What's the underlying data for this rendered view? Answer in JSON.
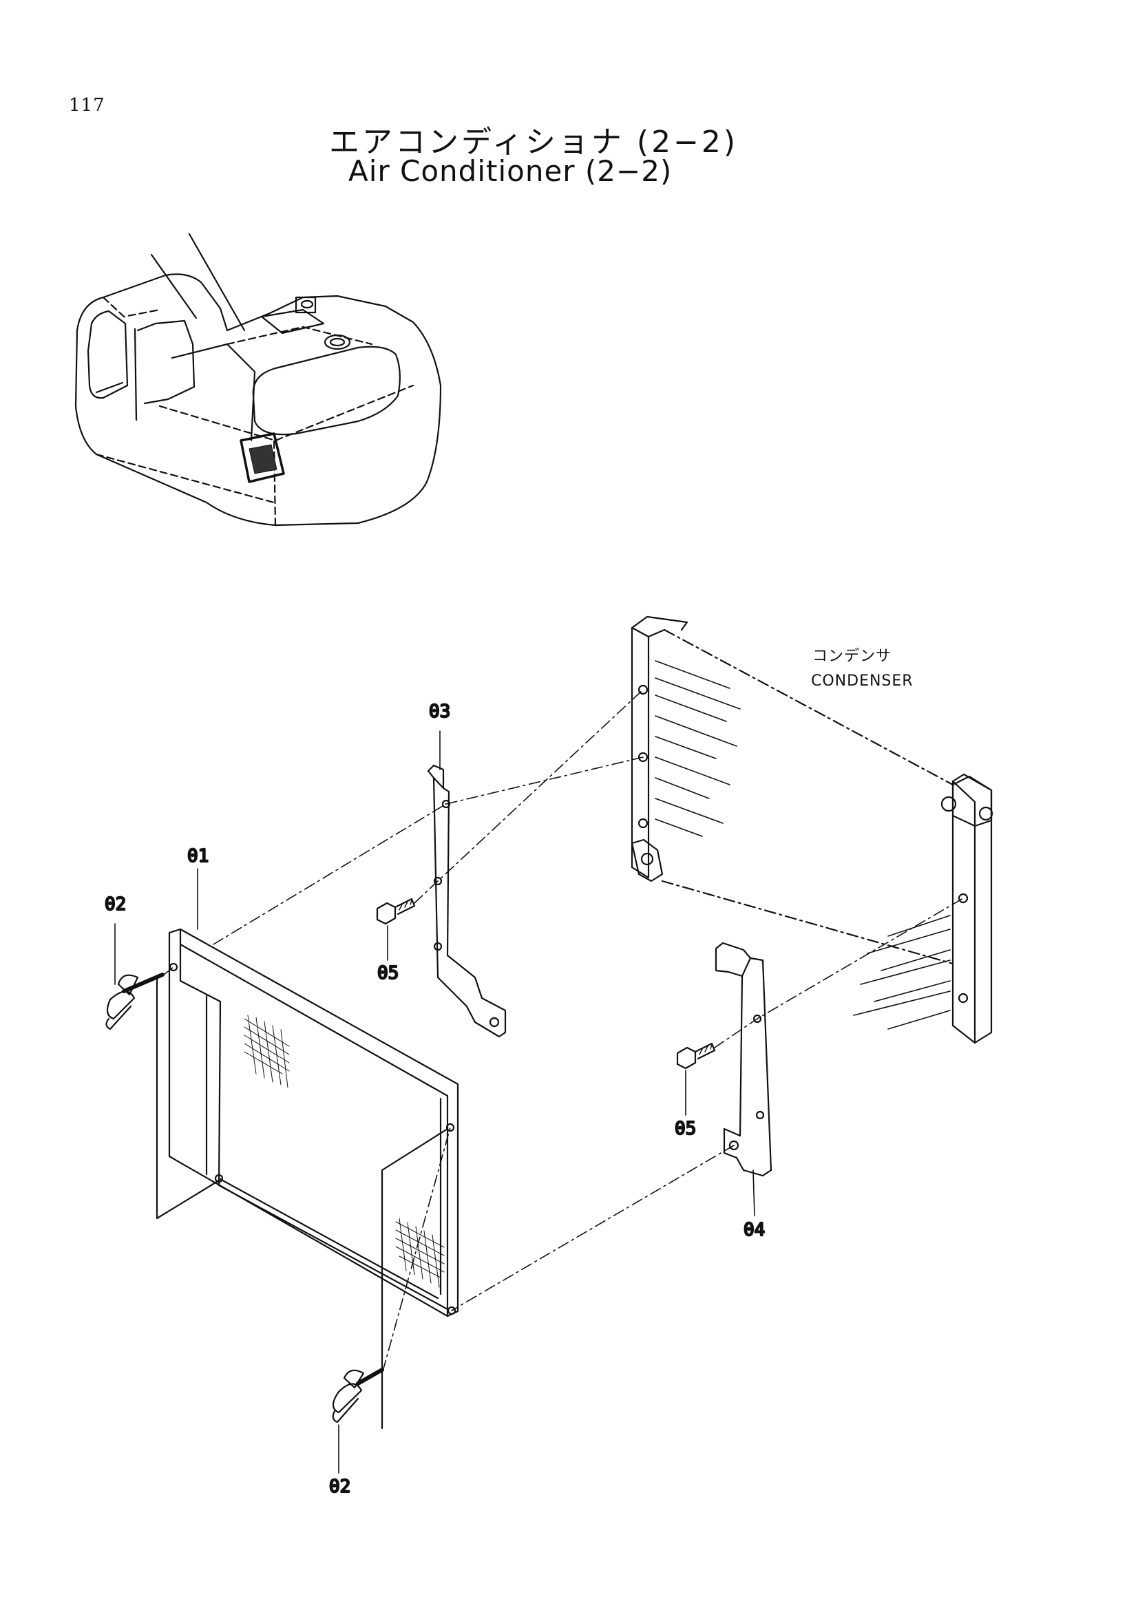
{
  "page_number": "117",
  "title_jp": "エアコンディショナ (2−2)",
  "title_en": "Air Conditioner (2−2)",
  "condenser_label_jp": "コンデンサ",
  "condenser_label_en": "CONDENSER",
  "callouts": {
    "c01": "01",
    "c02_top": "02",
    "c02_bottom": "02",
    "c03": "03",
    "c04": "04",
    "c05_left": "05",
    "c05_right": "05"
  }
}
